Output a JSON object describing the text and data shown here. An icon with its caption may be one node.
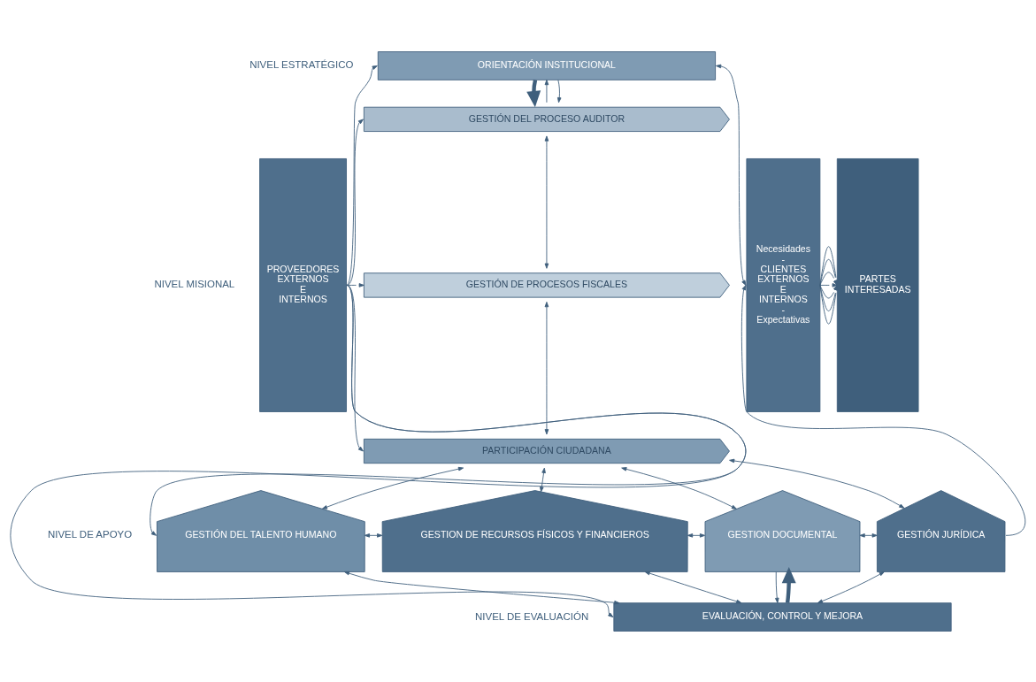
{
  "diagram": {
    "nodes": [
      {
        "text": [
          "PROVEEDORES EXTERNOS E INTERNOS"
        ]
      },
      {
        "text": [
          "ORIENTACIÓN INSTITUCIONAL"
        ]
      },
      {
        "text": [
          "GESTIÓN DEL PROCESO AUDITOR"
        ]
      },
      {
        "text": [
          "GESTIÓN DE PROCESOS FISCALES"
        ]
      },
      {
        "text": [
          "PARTICIPACIÓN CIUDADANA"
        ]
      },
      {
        "text": [
          "GESTIÓN DEL TALENTO HUMANO"
        ]
      },
      {
        "text": [
          "GESTION DE RECURSOS FÍSICOS Y FINANCIEROS"
        ]
      },
      {
        "text": [
          "GESTION DOCUMENTAL"
        ]
      },
      {
        "text": [
          "GESTIÓN JURÍDICA"
        ]
      },
      {
        "text": [
          "EVALUACIÓN, CONTROL Y MEJORA"
        ]
      },
      {
        "text": [
          "Necesidades - CLIENTES EXTERNOS E INTERNOS - Expectativas"
        ]
      },
      {
        "text": [
          "PARTES INTERESADAS"
        ]
      }
    ],
    "edges": [
      {
        "from": 0,
        "to": 1,
        "arrow": "to"
      },
      {
        "from": 0,
        "to": 2,
        "arrow": "to"
      },
      {
        "from": 0,
        "to": 3,
        "arrow": "to"
      },
      {
        "from": 0,
        "to": 4,
        "arrow": "to"
      },
      {
        "from": 0,
        "to": 5,
        "arrow": "to"
      },
      {
        "from": 0,
        "to": 9,
        "arrow": "to"
      },
      {
        "from": 1,
        "to": 2,
        "arrow": "to",
        "style": "thick"
      },
      {
        "from": 2,
        "to": 1,
        "arrow": "to"
      },
      {
        "from": 1,
        "to": 2,
        "arrow": "to"
      },
      {
        "from": 2,
        "to": 3,
        "arrow": "both"
      },
      {
        "from": 3,
        "to": 4,
        "arrow": "both"
      },
      {
        "from": 4,
        "to": 5,
        "arrow": "both"
      },
      {
        "from": 4,
        "to": 6,
        "arrow": "both"
      },
      {
        "from": 4,
        "to": 7,
        "arrow": "both"
      },
      {
        "from": 4,
        "to": 8,
        "arrow": "both"
      },
      {
        "from": 5,
        "to": 6,
        "arrow": "both"
      },
      {
        "from": 6,
        "to": 7,
        "arrow": "both"
      },
      {
        "from": 7,
        "to": 8,
        "arrow": "both"
      },
      {
        "from": 5,
        "to": 9,
        "arrow": "both"
      },
      {
        "from": 6,
        "to": 9,
        "arrow": "both"
      },
      {
        "from": 7,
        "to": 9,
        "arrow": "to"
      },
      {
        "from": 8,
        "to": 9,
        "arrow": "both"
      },
      {
        "from": 9,
        "to": 7,
        "arrow": "to",
        "style": "thick"
      },
      {
        "from": 1,
        "to": 10,
        "arrow": "both"
      },
      {
        "from": 8,
        "to": 10,
        "arrow": "to"
      },
      {
        "from": 10,
        "to": 11,
        "arrow": "to"
      },
      {
        "from": 10,
        "to": 11,
        "arrow": "to"
      },
      {
        "from": 10,
        "to": 11,
        "arrow": "to"
      },
      {
        "from": 10,
        "to": 11,
        "arrow": "to"
      },
      {
        "from": 10,
        "to": 11,
        "arrow": "to"
      },
      {
        "from": 10,
        "to": 11,
        "arrow": "to"
      },
      {
        "from": 10,
        "to": 11,
        "arrow": "to"
      }
    ],
    "labels": [
      "NIVEL ESTRATÉGICO",
      "NIVEL MISIONAL",
      "NIVEL DE APOYO",
      "NIVEL DE EVALUACIÓN"
    ]
  }
}
